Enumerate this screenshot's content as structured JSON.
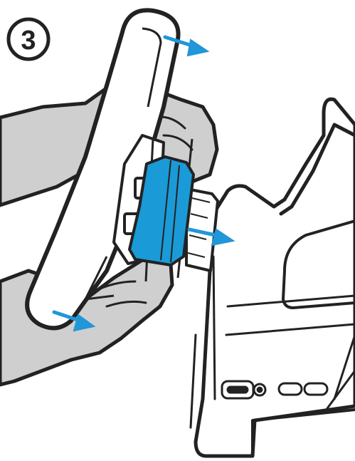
{
  "step": {
    "number": "3"
  },
  "colors": {
    "outline": "#222222",
    "hand_fill": "#cfcfcf",
    "accent_blue": "#1a9ad6",
    "arrow_blue": "#2196d8",
    "device_fill": "#ffffff",
    "background": "#ffffff"
  },
  "icons": {
    "step_badge": "circle-badge",
    "direction_arrow": "arrow-right-down"
  }
}
